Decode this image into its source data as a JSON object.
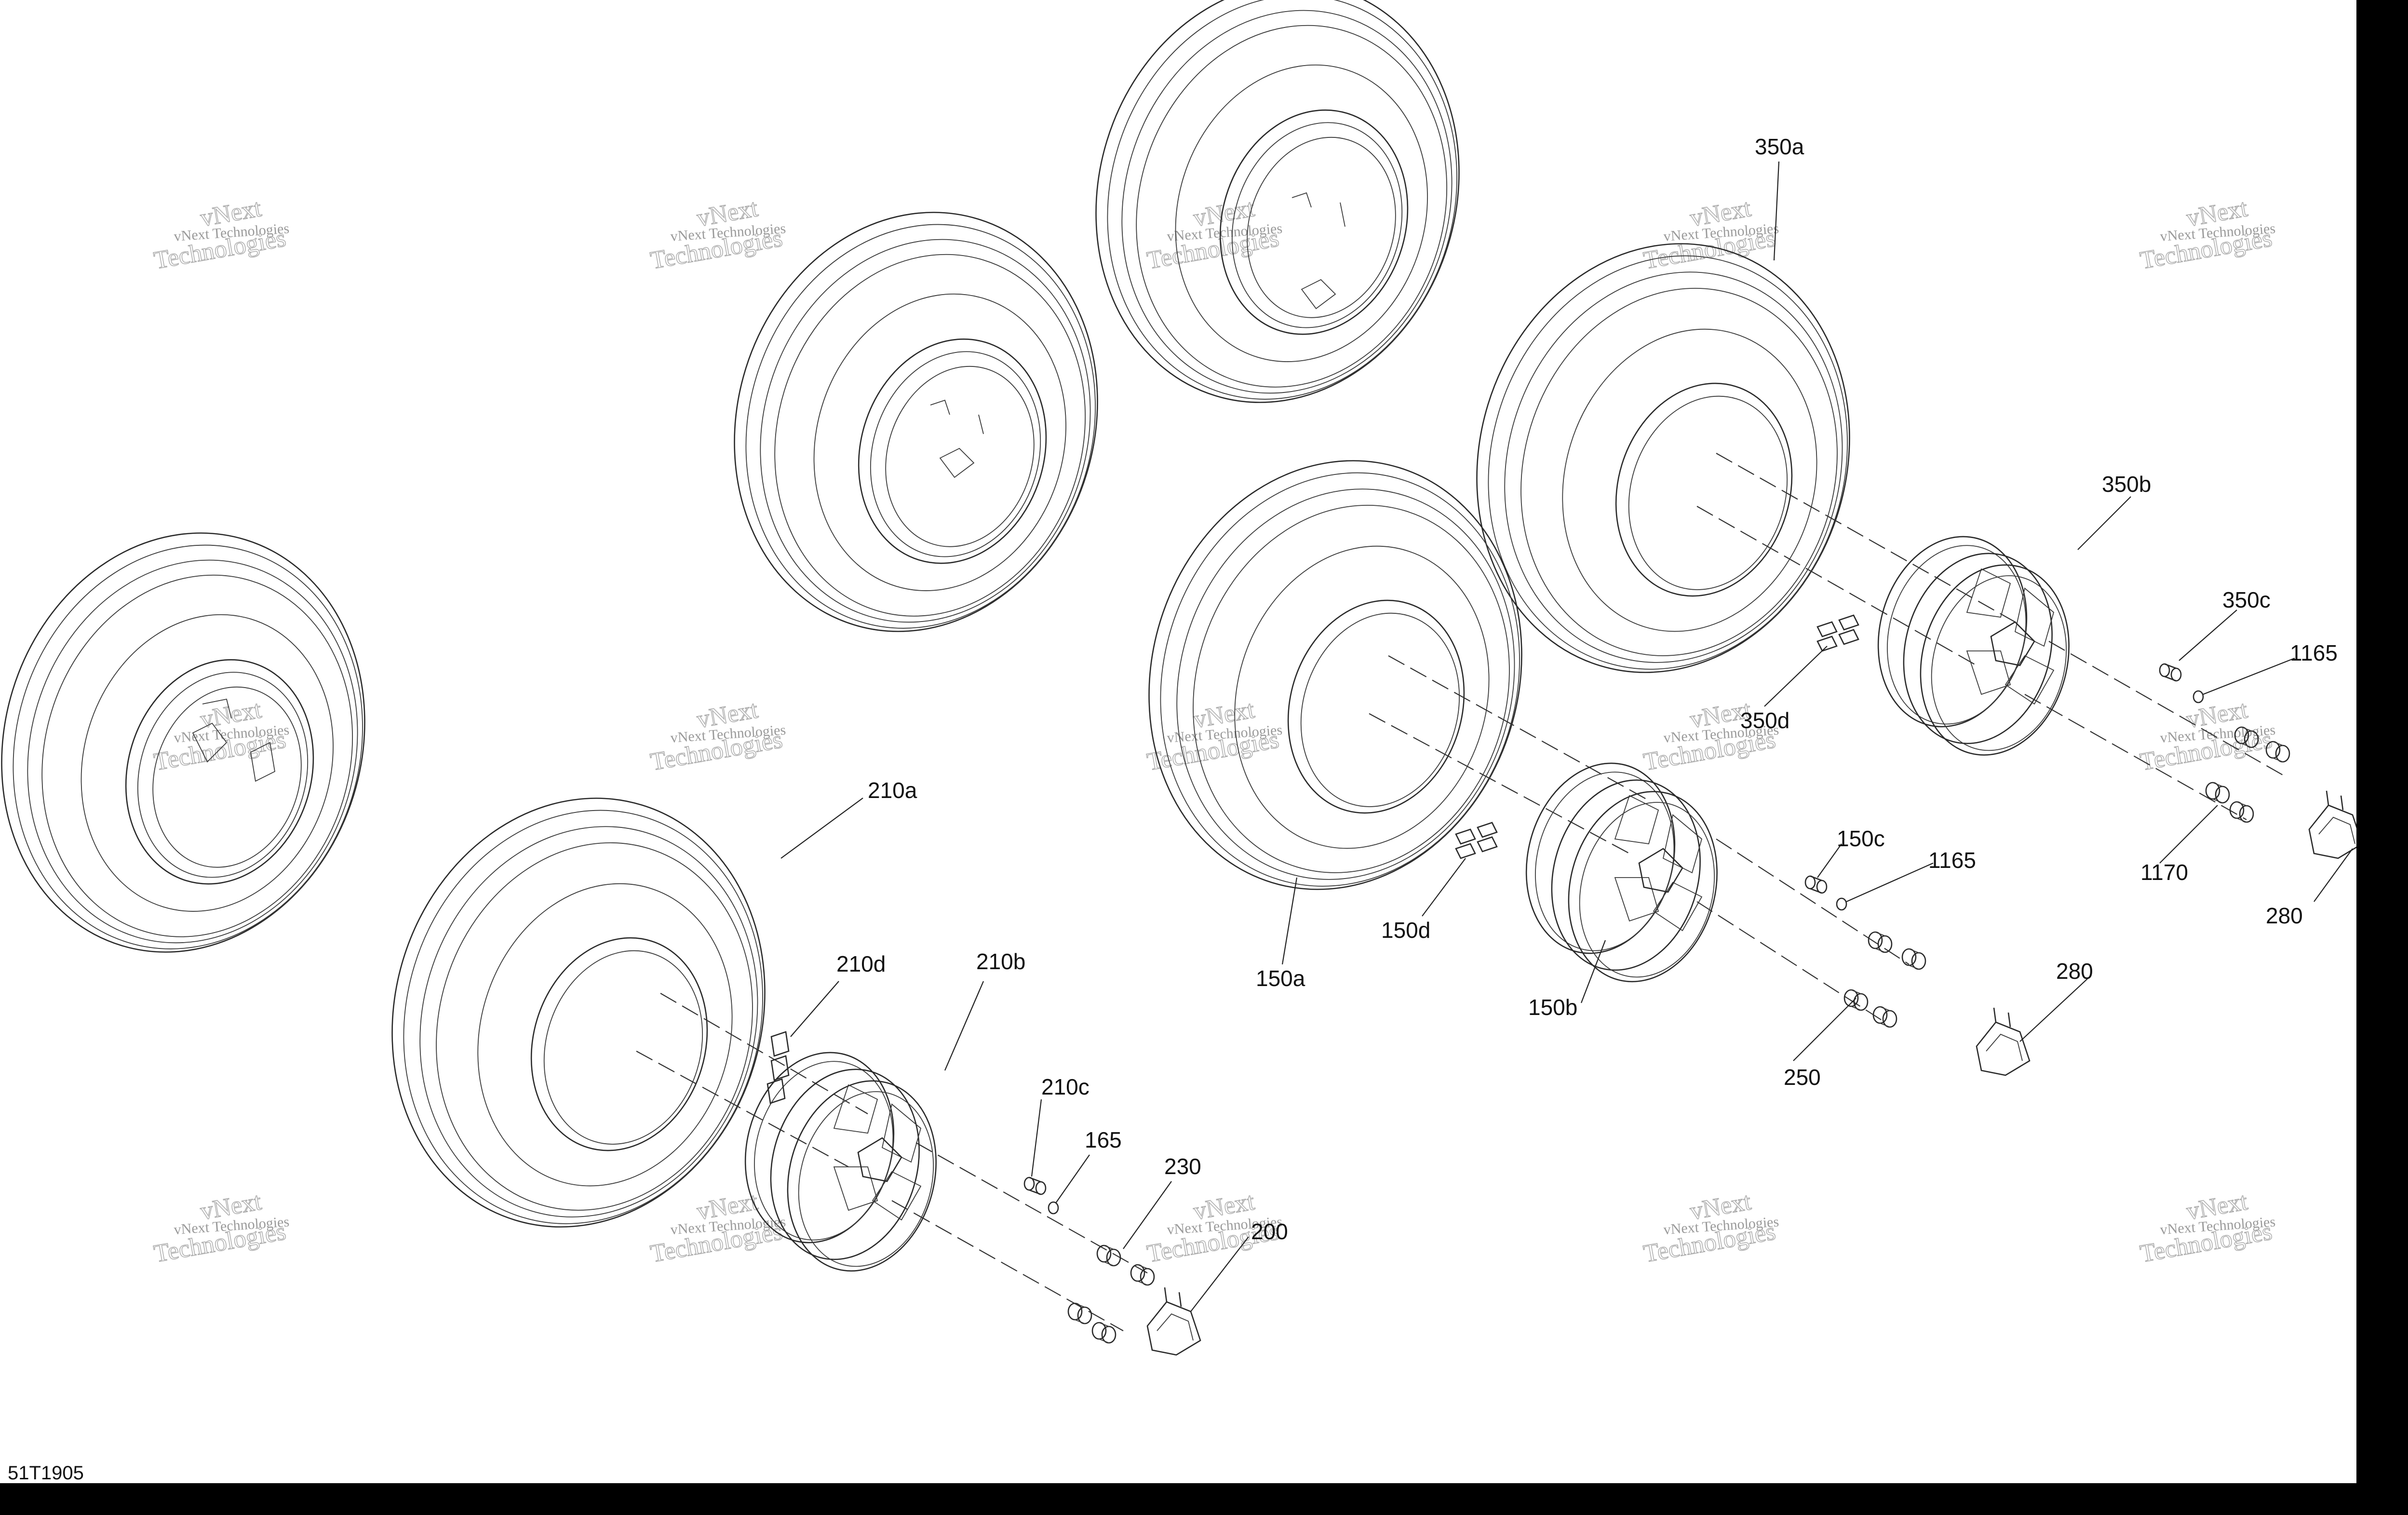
{
  "drawing": {
    "code": "51T1905",
    "watermark_line1": "vNext",
    "watermark_line2": "vNext Technologies",
    "watermark_line3": "Technologies",
    "background": "#ffffff",
    "frame_color": "#000000"
  },
  "callouts": {
    "c350a": "350a",
    "c350b": "350b",
    "c350c": "350c",
    "c350d": "350d",
    "c1165_top": "1165",
    "c1170": "1170",
    "c280_right": "280",
    "c150c": "150c",
    "c1165_mid": "1165",
    "c150d": "150d",
    "c150a": "150a",
    "c150b": "150b",
    "c280_mid": "280",
    "c250": "250",
    "c210a": "210a",
    "c210d": "210d",
    "c210b": "210b",
    "c210c": "210c",
    "c165": "165",
    "c230": "230",
    "c200": "200"
  }
}
